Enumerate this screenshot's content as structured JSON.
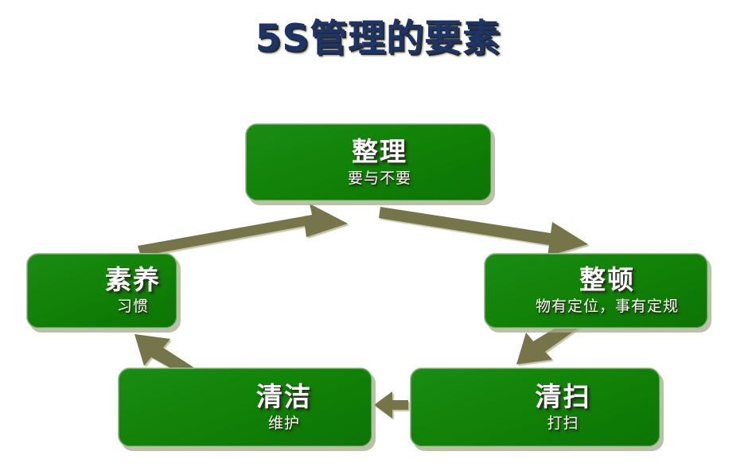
{
  "slide": {
    "title": "5S管理的要素",
    "title_color": "#1c3468",
    "background_color": "#ffffff",
    "box_color": "#13800f",
    "arrow_color": "#76754a"
  },
  "nodes": [
    {
      "id": "zhengli",
      "title": "整理",
      "subtitle": "要与不要"
    },
    {
      "id": "suyang",
      "title": "素养",
      "subtitle": "习惯"
    },
    {
      "id": "zhengdun",
      "title": "整顿",
      "subtitle": "物有定位，事有定规"
    },
    {
      "id": "qingjie",
      "title": "清洁",
      "subtitle": "维护"
    },
    {
      "id": "qingsao",
      "title": "清扫",
      "subtitle": "打扫"
    }
  ],
  "arrows": [
    {
      "id": "suyang-to-zhengli",
      "from": "素养",
      "to": "整理",
      "direction": "up-right"
    },
    {
      "id": "zhengli-to-zhengdun",
      "from": "整理",
      "to": "整顿",
      "direction": "down-right"
    },
    {
      "id": "zhengdun-to-qingsao",
      "from": "整顿",
      "to": "清扫",
      "direction": "down-left"
    },
    {
      "id": "qingsao-to-qingjie",
      "from": "清扫",
      "to": "清洁",
      "direction": "left"
    },
    {
      "id": "qingjie-to-suyang",
      "from": "清洁",
      "to": "素养",
      "direction": "up-left"
    }
  ]
}
